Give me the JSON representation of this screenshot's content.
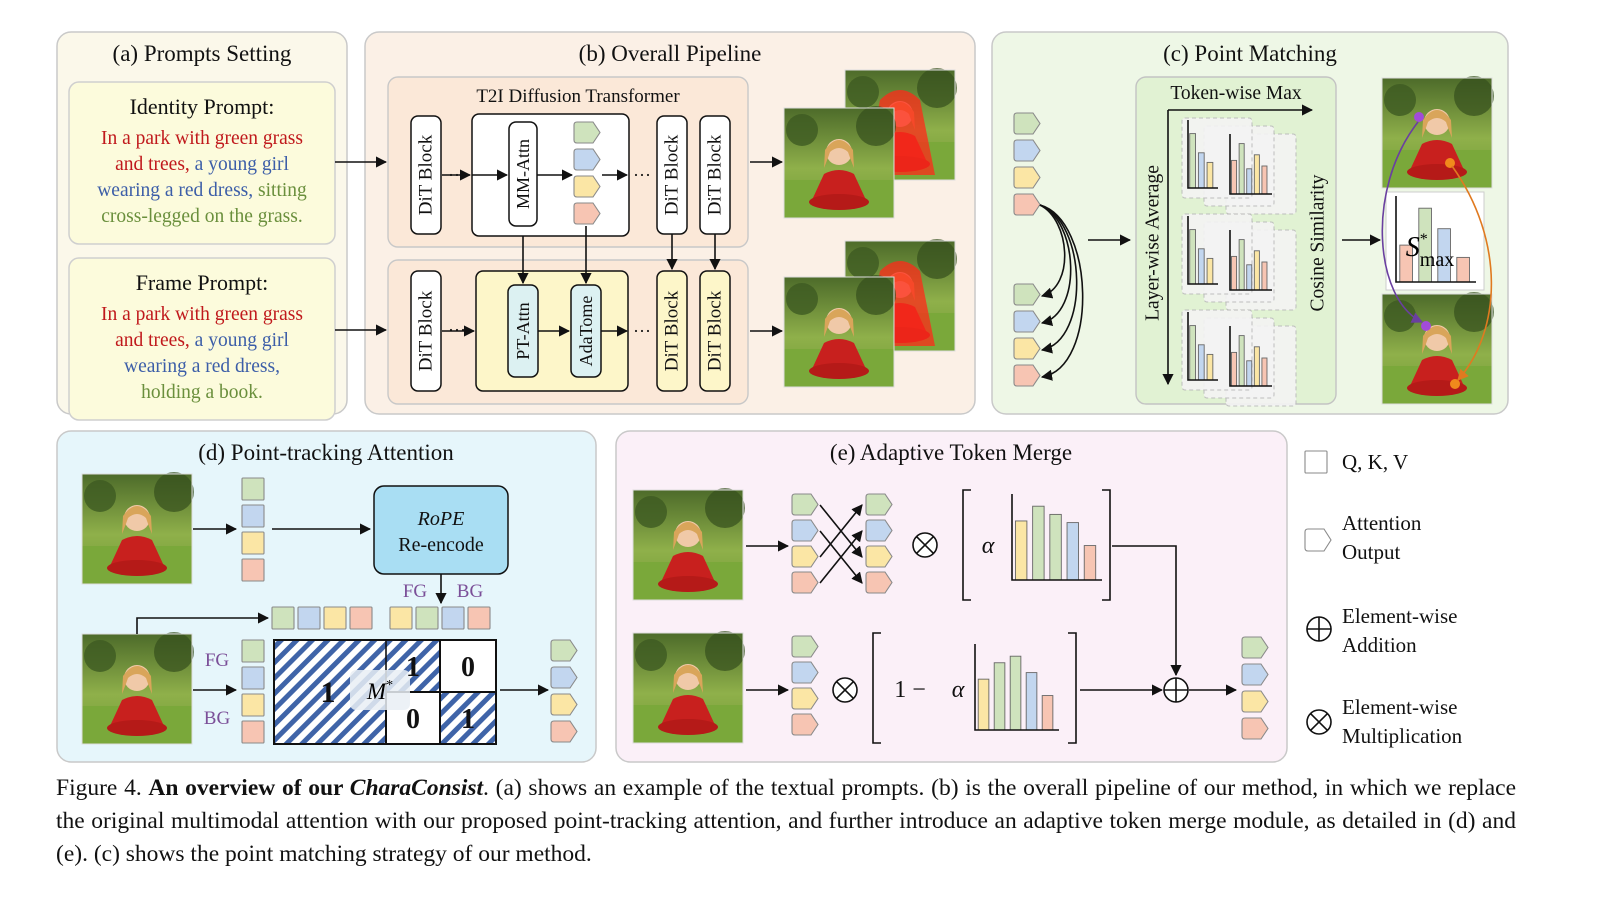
{
  "colors": {
    "green": "#cfe3bd",
    "blue": "#c2d6ef",
    "yellow": "#fbe6a5",
    "pink": "#f7c5b3",
    "red_text": "#c0191c",
    "blue_text": "#3c5ea8",
    "green_text": "#6a8f3c",
    "purple": "#7b4f98"
  },
  "panel_a": {
    "title": "(a) Prompts Setting",
    "identity": {
      "title": "Identity Prompt:",
      "lines": [
        [
          {
            "t": "In a park with green grass",
            "c": "red"
          }
        ],
        [
          {
            "t": "and trees, ",
            "c": "red"
          },
          {
            "t": "a young girl",
            "c": "blue"
          }
        ],
        [
          {
            "t": "wearing a red dress, ",
            "c": "blue"
          },
          {
            "t": "sitting",
            "c": "green"
          }
        ],
        [
          {
            "t": "cross-legged on the grass.",
            "c": "green"
          }
        ]
      ]
    },
    "frame": {
      "title": "Frame Prompt:",
      "lines": [
        [
          {
            "t": "In a park with green grass",
            "c": "red"
          }
        ],
        [
          {
            "t": "and trees, ",
            "c": "red"
          },
          {
            "t": "a young girl",
            "c": "blue"
          }
        ],
        [
          {
            "t": "wearing a red dress,",
            "c": "blue"
          }
        ],
        [
          {
            "t": "holding a book.",
            "c": "green"
          }
        ]
      ]
    }
  },
  "panel_b": {
    "title": "(b) Overall Pipeline",
    "subtitle": "T2I Diffusion Transformer",
    "dit": "DiT Block",
    "mm_attn": "MM-Attn",
    "pt_attn": "PT-Attn",
    "adatome": "AdaTome",
    "dots": "···"
  },
  "panel_c": {
    "title": "(c) Point Matching",
    "token_max": "Token-wise Max",
    "layer_avg": "Layer-wise Average",
    "cos_sim": "Cosine Similarity",
    "s_main": "S",
    "s_sup": "*",
    "s_sub": "max"
  },
  "panel_d": {
    "title": "(d) Point-tracking Attention",
    "rope": "RoPE",
    "reencode": "Re-encode",
    "fg": "FG",
    "bg": "BG",
    "m_main": "M",
    "m_sup": "*",
    "cells": [
      "1",
      "1",
      "0",
      "0",
      "1"
    ]
  },
  "panel_e": {
    "title": "(e) Adaptive Token Merge",
    "alpha": "α",
    "one_minus": "1 −",
    "otimes": "⊗",
    "oplus": "⊕"
  },
  "legend": [
    {
      "lines": [
        "Q, K, V"
      ]
    },
    {
      "lines": [
        "Attention",
        "Output"
      ]
    },
    {
      "lines": [
        "Element-wise",
        "Addition"
      ]
    },
    {
      "lines": [
        "Element-wise",
        "Multiplication"
      ]
    }
  ],
  "caption": {
    "prefix": "Figure 4. ",
    "bold": "An overview of our ",
    "bold_italic": "CharaConsist",
    "rest": ". (a) shows an example of the textual prompts. (b) is the overall pipeline of our method, in which we replace the original multimodal attention with our proposed point-tracking attention, and further introduce an adaptive token merge module, as detailed in (d) and (e). (c) shows the point matching strategy of our method."
  }
}
